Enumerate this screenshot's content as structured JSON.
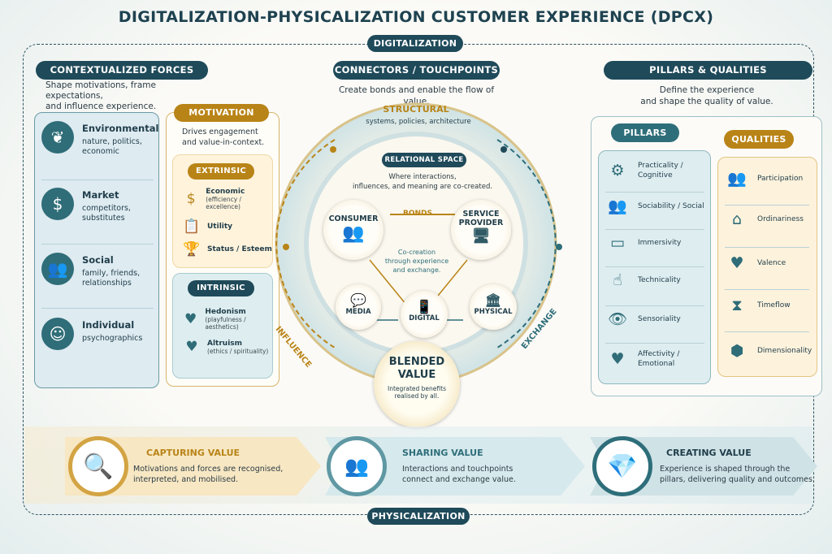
{
  "title": "DIGITALIZATION-PHYSICALIZATION CUSTOMER EXPERIENCE (DPCX)",
  "top_label": "DIGITALIZATION",
  "bottom_label": "PHYSICALIZATION",
  "left": {
    "header": "CONTEXTUALIZED FORCES",
    "desc": [
      "Shape motivations, frame expectations,",
      "and influence experience."
    ],
    "forces": [
      {
        "icon": "leaf-icon",
        "title": "Environmental",
        "sub": "nature, politics, economic"
      },
      {
        "icon": "market-chart-icon",
        "title": "Market",
        "sub": "competitors, substitutes"
      },
      {
        "icon": "people-icon",
        "title": "Social",
        "sub": "family, friends, relationships"
      },
      {
        "icon": "head-icon",
        "title": "Individual",
        "sub": "psychographics"
      }
    ],
    "motivation": {
      "header": "MOTIVATION",
      "desc": [
        "Drives engagement",
        "and value-in-context."
      ],
      "extrinsic": {
        "header": "EXTRINSIC",
        "items": [
          {
            "icon": "dollar-icon",
            "title": "Economic",
            "sub": "(efficiency / excellence)"
          },
          {
            "icon": "clipboard-icon",
            "title": "Utility",
            "sub": ""
          },
          {
            "icon": "trophy-icon",
            "title": "Status / Esteem",
            "sub": ""
          }
        ]
      },
      "intrinsic": {
        "header": "INTRINSIC",
        "items": [
          {
            "icon": "heart-icon",
            "title": "Hedonism",
            "sub": "(playfulness / aesthetics)"
          },
          {
            "icon": "heart-hand-icon",
            "title": "Altruism",
            "sub": "(ethics / spirituality)"
          }
        ]
      }
    }
  },
  "center": {
    "header": "CONNECTORS / TOUCHPOINTS",
    "desc": "Create bonds and enable the flow of value.",
    "structural": "STRUCTURAL",
    "structural_sub": "systems, policies, architecture",
    "influence": "INFLUENCE",
    "exchange": "EXCHANGE",
    "relational": "RELATIONAL SPACE",
    "relational_desc": [
      "Where interactions,",
      "influences, and meaning are co-created."
    ],
    "consumer": "CONSUMER",
    "provider": [
      "SERVICE",
      "PROVIDER"
    ],
    "bonds": "BONDS",
    "cocreation": [
      "Co-creation",
      "through experience",
      "and exchange."
    ],
    "media": "MEDIA",
    "digital": "DIGITAL",
    "physical": "PHYSICAL",
    "blended": [
      "BLENDED",
      "VALUE"
    ],
    "blended_desc": [
      "Integrated benefits",
      "realised by all."
    ]
  },
  "right": {
    "header": "PILLARS & QUALITIES",
    "desc": [
      "Define the experience",
      "and shape the quality of value."
    ],
    "pillars_label": "PILLARS",
    "pillars": [
      [
        "Practicality /",
        "Cognitive"
      ],
      [
        "Sociability / Social"
      ],
      [
        "Immersivity"
      ],
      [
        "Technicality"
      ],
      [
        "Sensoriality"
      ],
      [
        "Affectivity /",
        "Emotional"
      ]
    ],
    "qualities_label": "QUALITIES",
    "qualities": [
      "Participation",
      "Ordinariness",
      "Valence",
      "Timeflow",
      "Dimensionality"
    ]
  },
  "bottom": [
    {
      "title": "CAPTURING VALUE",
      "desc": [
        "Motivations and forces are recognised,",
        "interpreted, and mobilised."
      ]
    },
    {
      "title": "SHARING VALUE",
      "desc": [
        "Interactions and touchpoints",
        "connect and exchange value."
      ]
    },
    {
      "title": "CREATING VALUE",
      "desc": [
        "Experience is shaped through the",
        "pillars, delivering quality and outcomes."
      ]
    }
  ],
  "colors": {
    "navy": "#1f4a5a",
    "teal": "#2e6e7a",
    "gold": "#b98417"
  }
}
